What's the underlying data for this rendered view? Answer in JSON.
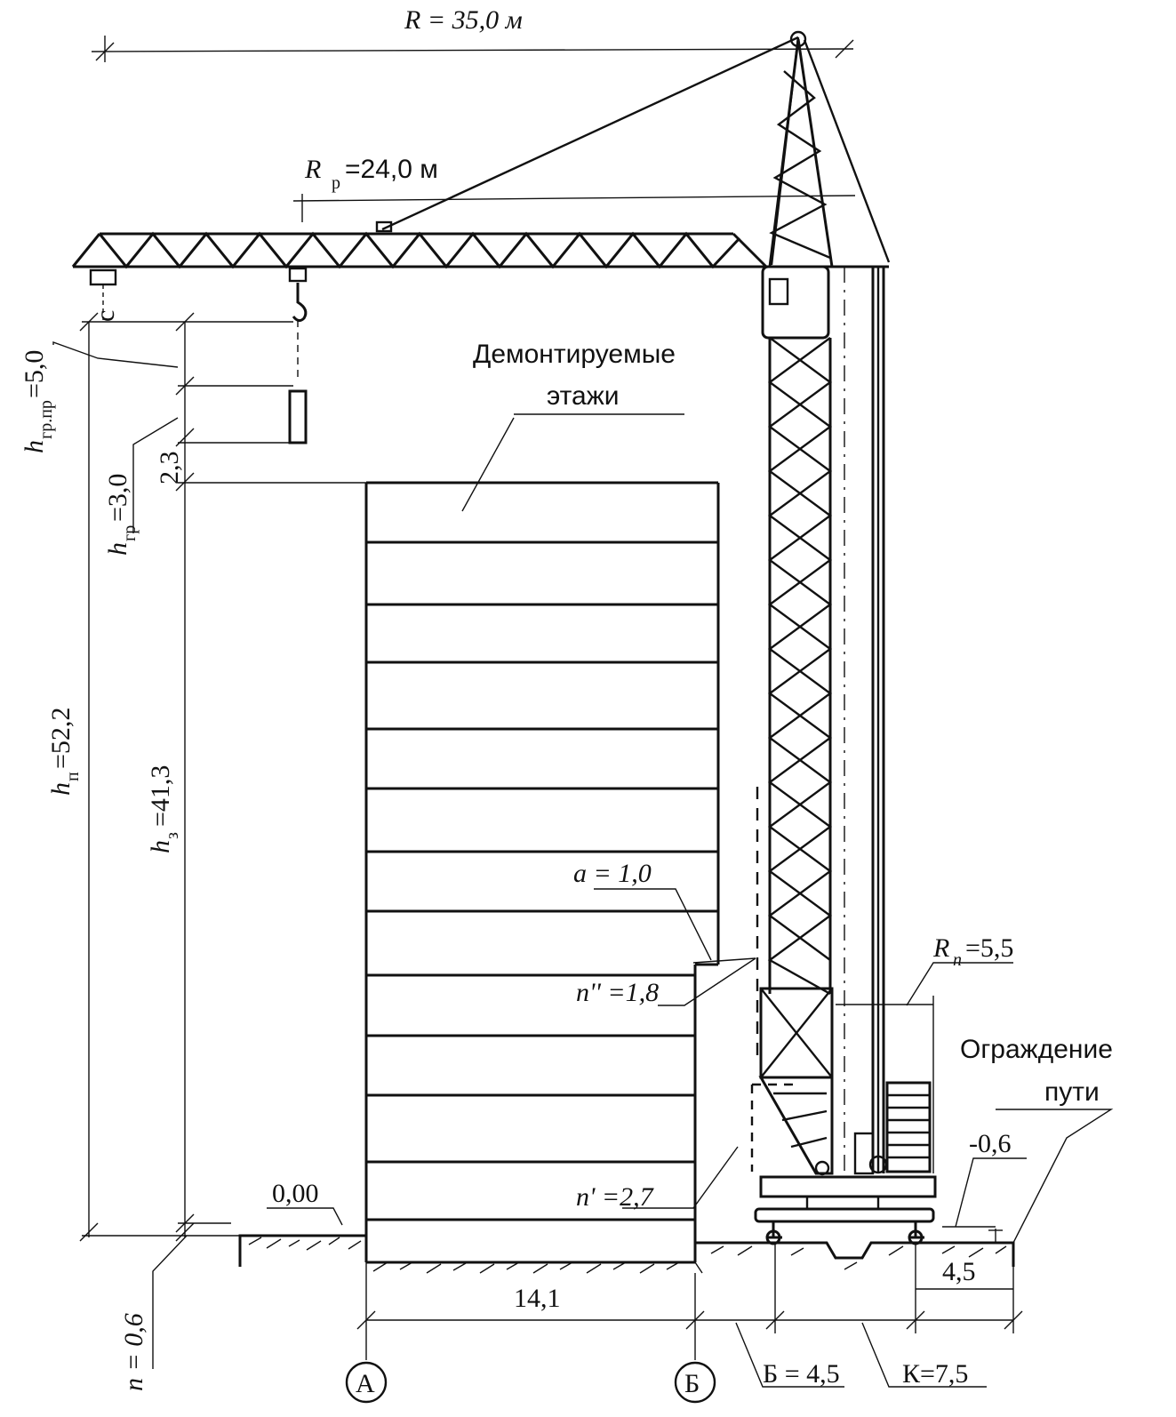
{
  "labels": {
    "radius_max": "R = 35,0 м",
    "radius_work_sym": "R",
    "radius_work_sub": "р",
    "radius_work_val": "=24,0 м",
    "dismantled_floors_1": "Демонтируемые",
    "dismantled_floors_2": "этажи",
    "h_load_sling_sym": "h",
    "h_load_sling_sub": "гр.пр",
    "h_load_sling_val": "=5,0",
    "h_load_sym": "h",
    "h_load_sub": "гр",
    "h_load_val": "=3,0",
    "gap_value": "2,3",
    "h_lift_sym": "h",
    "h_lift_sub": "п",
    "h_lift_val": "=52,2",
    "h_building_sym": "h",
    "h_building_sub": "з",
    "h_building_val": "=41,3",
    "a_clearance": "a = 1,0",
    "n_upper": "n'' =1,8",
    "n_lower": "n' =2,7",
    "zero_level": "0,00",
    "minus_level": "-0,6",
    "tail_radius_sym": "R",
    "tail_radius_sub": "n",
    "tail_radius_val": "=5,5",
    "fence_1": "Ограждение",
    "fence_2": "пути",
    "n_ground": "n = 0,6",
    "building_width": "14,1",
    "track_offset": "4,5",
    "b_width": "Б = 4,5",
    "k_gauge": "К=7,5",
    "axis_a": "А",
    "axis_b": "Б"
  },
  "counts": {
    "floors": 13,
    "jib_panels": 12
  }
}
